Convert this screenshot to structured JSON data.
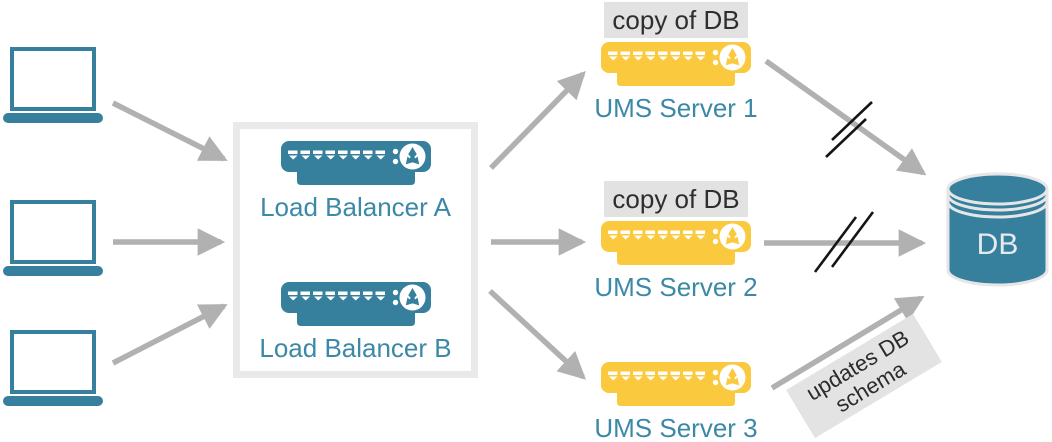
{
  "title": "UMS load balancing diagram",
  "clients": {
    "count": 3,
    "icon": "laptop-icon"
  },
  "load_balancer_group": {
    "items": [
      {
        "label": "Load Balancer A"
      },
      {
        "label": "Load Balancer B"
      }
    ]
  },
  "ums_servers": [
    {
      "label": "UMS Server 1",
      "badge": "copy of DB"
    },
    {
      "label": "UMS Server 2",
      "badge": "copy of DB"
    },
    {
      "label": "UMS Server 3",
      "badge": null
    }
  ],
  "database": {
    "label": "DB"
  },
  "annotations": {
    "schema_note": "updates DB schema",
    "broken_link_marks": "double-slash on UMS Server 1 and UMS Server 2 links to DB"
  },
  "colors": {
    "teal": "#36809e",
    "teal_text": "#3b89a6",
    "yellow": "#fac93d",
    "arrow_gray": "#b1b1b1",
    "box_border": "#e9e9e9",
    "badge_bg": "#e2e2e2",
    "badge_text": "#2e2e2e",
    "slash_black": "#151515",
    "db_label_text": "#e4ebee"
  }
}
